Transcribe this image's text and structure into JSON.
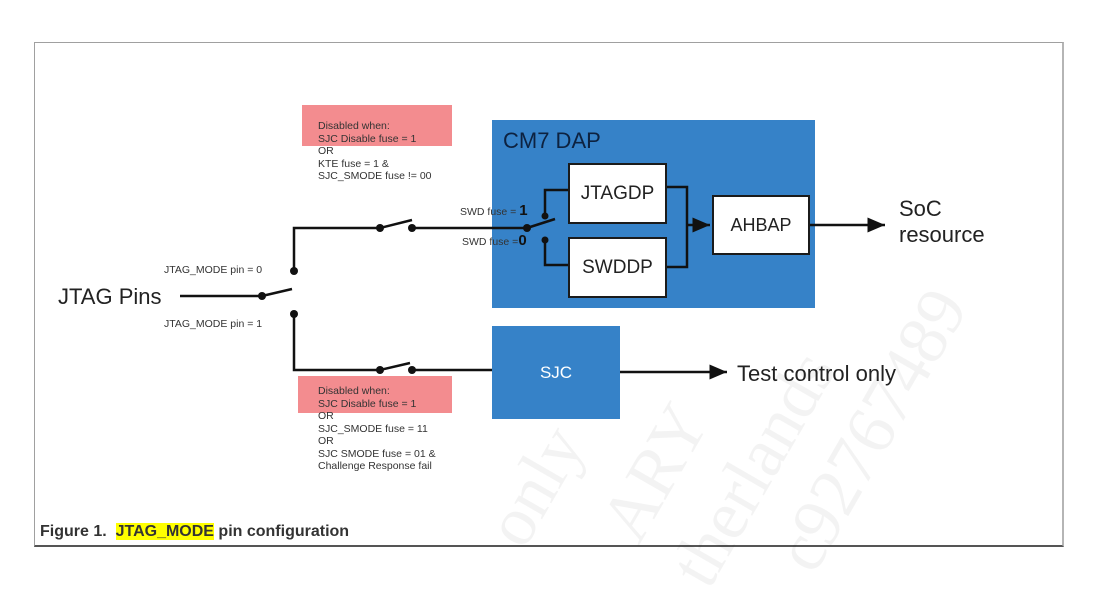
{
  "diagram": {
    "input_label": "JTAG Pins",
    "mode_pin_0_label": "JTAG_MODE pin = 0",
    "mode_pin_1_label": "JTAG_MODE pin = 1",
    "top_condition": {
      "highlight_lines": [
        "Disabled when:",
        "SJC Disable fuse = 1"
      ],
      "lines": [
        "OR",
        "KTE fuse = 1 &",
        "SJC_SMODE fuse != 00"
      ]
    },
    "bottom_condition": {
      "highlight_lines": [
        "Disabled when:",
        "SJC Disable fuse = 1"
      ],
      "lines": [
        "OR",
        "SJC_SMODE fuse = 11",
        "OR",
        "SJC SMODE fuse = 01 &",
        "Challenge Response fail"
      ]
    },
    "dap_block": {
      "title": "CM7 DAP",
      "swd_fuse_1_label": "SWD fuse =",
      "swd_fuse_1_value": "1",
      "swd_fuse_0_label": "SWD fuse =",
      "swd_fuse_0_value": "0",
      "jtagdp_label": "JTAGDP",
      "swddp_label": "SWDDP",
      "ahbap_label": "AHBAP"
    },
    "soc_output": [
      "SoC",
      "resource"
    ],
    "sjc_block": {
      "label": "SJC"
    },
    "sjc_output": "Test control only",
    "colors": {
      "block_blue": "#3682c8",
      "condition_pink": "#f38c8f",
      "caption_highlight": "#ffff00"
    },
    "watermark_words": [
      "only",
      "ARY",
      "therlands",
      "c92767489"
    ]
  },
  "caption": {
    "prefix": "Figure 1.",
    "highlighted": "JTAG_MODE",
    "suffix": "pin configuration"
  }
}
